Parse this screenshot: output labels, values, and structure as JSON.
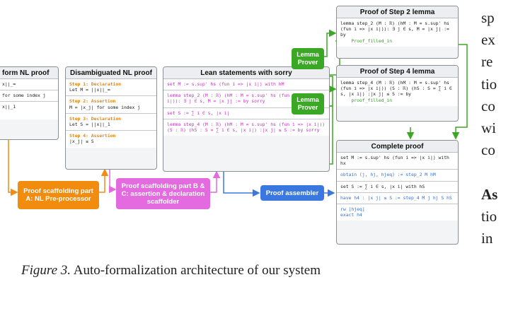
{
  "figure": {
    "caption_label": "Figure 3.",
    "caption_text": " Auto-formalization architecture of our system"
  },
  "boxes": {
    "informal": {
      "title": "form NL proof",
      "lines": [
        "x||_∞",
        "for some index j",
        "x||_1"
      ]
    },
    "disambiguated": {
      "title": "Disambiguated NL proof",
      "steps": [
        {
          "label": "Step 1: Declaration",
          "body": "Let M = ||x||_∞"
        },
        {
          "label": "Step 2: Assertion",
          "body": "M = |x_j| for some index j"
        },
        {
          "label": "Step 3: Declaration",
          "body": "Let S = ||x||_1"
        },
        {
          "label": "Step 4: Assertion",
          "body": "|x_j| ≤ S"
        }
      ]
    },
    "lean": {
      "title": "Lean statements with sorry",
      "sections": [
        "set M := s.sup' hs (fun i => |x i|) with hM",
        "lemma step_2 (M : ℝ) (hM : M = s.sup' hs (fun i => |x i|)): ∃ j ∈ s, M = |x j| := by sorry",
        "set S := ∑ i ∈ s, |x i|",
        "lemma step_4 (M : ℝ) (hM : M = s.sup' hs (fun i => |x i|)) (S : ℝ) (hS : S = ∑ i ∈ s, |x i|) :|x j| ≤ S := by sorry"
      ]
    },
    "step2": {
      "title": "Proof of Step 2 lemma",
      "code": "lemma step_2 (M : ℝ) (hM : M = s.sup' hs (fun i => |x i|)): ∃ j ∈ s, M = |x j| := by",
      "filled": "Proof_filled_in"
    },
    "step4": {
      "title": "Proof of Step 4 lemma",
      "code": "lemma step_4 (M : ℝ) (hM : M = s.sup' hs (fun i => |x i|)) (S : ℝ) (hS : S = ∑ i ∈ s, |x i|) :|x j| ≤ S := by",
      "filled": "proof_filled_in"
    },
    "complete": {
      "title": "Complete proof",
      "s1": "set M := s.sup' hs (fun i => |x i|) with hx",
      "s2": "obtain ⟨j, hj, hjeq⟩ := step_2 M hM",
      "s3": "set S := ∑ i ∈ s, |x i| with hS",
      "s4": "have h4 : |x j| ≤ S := step_4 M j hj S hS",
      "s5a": "rw [hjeq]",
      "s5b": "exact h4"
    }
  },
  "modules": {
    "part_a": "Proof scaffolding part A: NL Pre-processor",
    "part_bc": "Proof scaffolding part B & C: assertion & declaration scaffolder",
    "assembler": "Proof assembler",
    "lemma_prover_1": "Lemma Prover",
    "lemma_prover_2": "Lemma Prover"
  },
  "colors": {
    "orange": "#f28c0f",
    "magenta": "#e46ae0",
    "blue": "#3a78e0",
    "green": "#3aa824"
  },
  "body_text": [
    "sp",
    "ex",
    "re",
    "tio",
    "co",
    "wi",
    "co",
    "",
    "As",
    "tio",
    "in"
  ]
}
